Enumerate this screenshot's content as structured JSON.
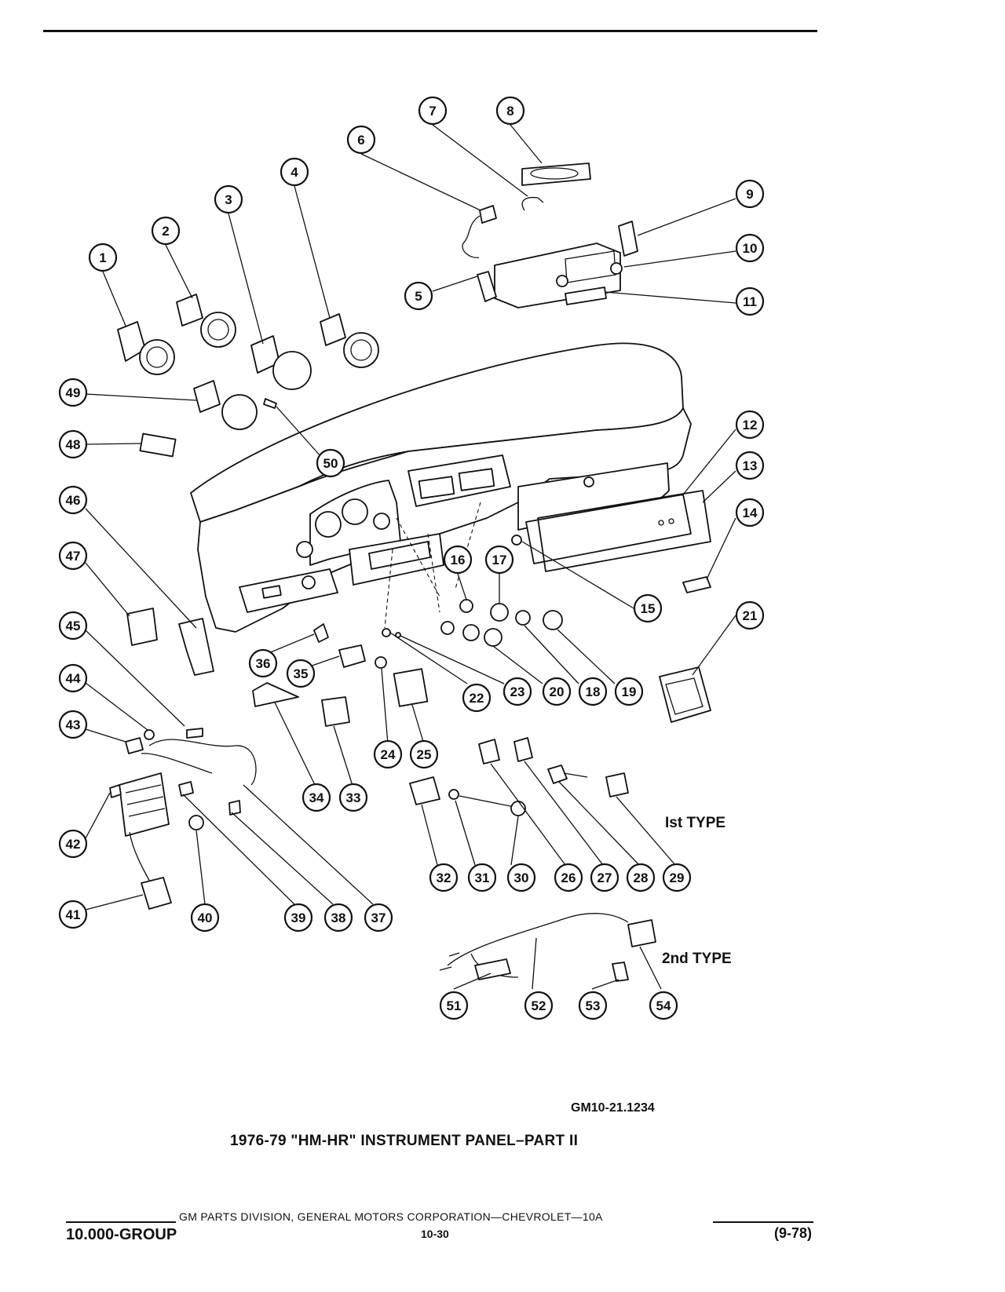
{
  "figure": {
    "code": "GM10-21.1234",
    "caption": "1976-79 \"HM-HR\" INSTRUMENT PANEL–PART II",
    "type_1_label": "Ist TYPE",
    "type_2_label": "2nd TYPE"
  },
  "callouts": [
    "1",
    "2",
    "3",
    "4",
    "5",
    "6",
    "7",
    "8",
    "9",
    "10",
    "11",
    "12",
    "13",
    "14",
    "15",
    "16",
    "17",
    "18",
    "19",
    "20",
    "21",
    "22",
    "23",
    "24",
    "25",
    "26",
    "27",
    "28",
    "29",
    "30",
    "31",
    "32",
    "33",
    "34",
    "35",
    "36",
    "37",
    "38",
    "39",
    "40",
    "41",
    "42",
    "43",
    "44",
    "45",
    "46",
    "47",
    "48",
    "49",
    "50",
    "51",
    "52",
    "53",
    "54"
  ],
  "footer": {
    "publisher_line": "GM PARTS DIVISION, GENERAL MOTORS CORPORATION—CHEVROLET—10A",
    "group": "10.000-GROUP",
    "page": "10-30",
    "date": "(9-78)"
  }
}
